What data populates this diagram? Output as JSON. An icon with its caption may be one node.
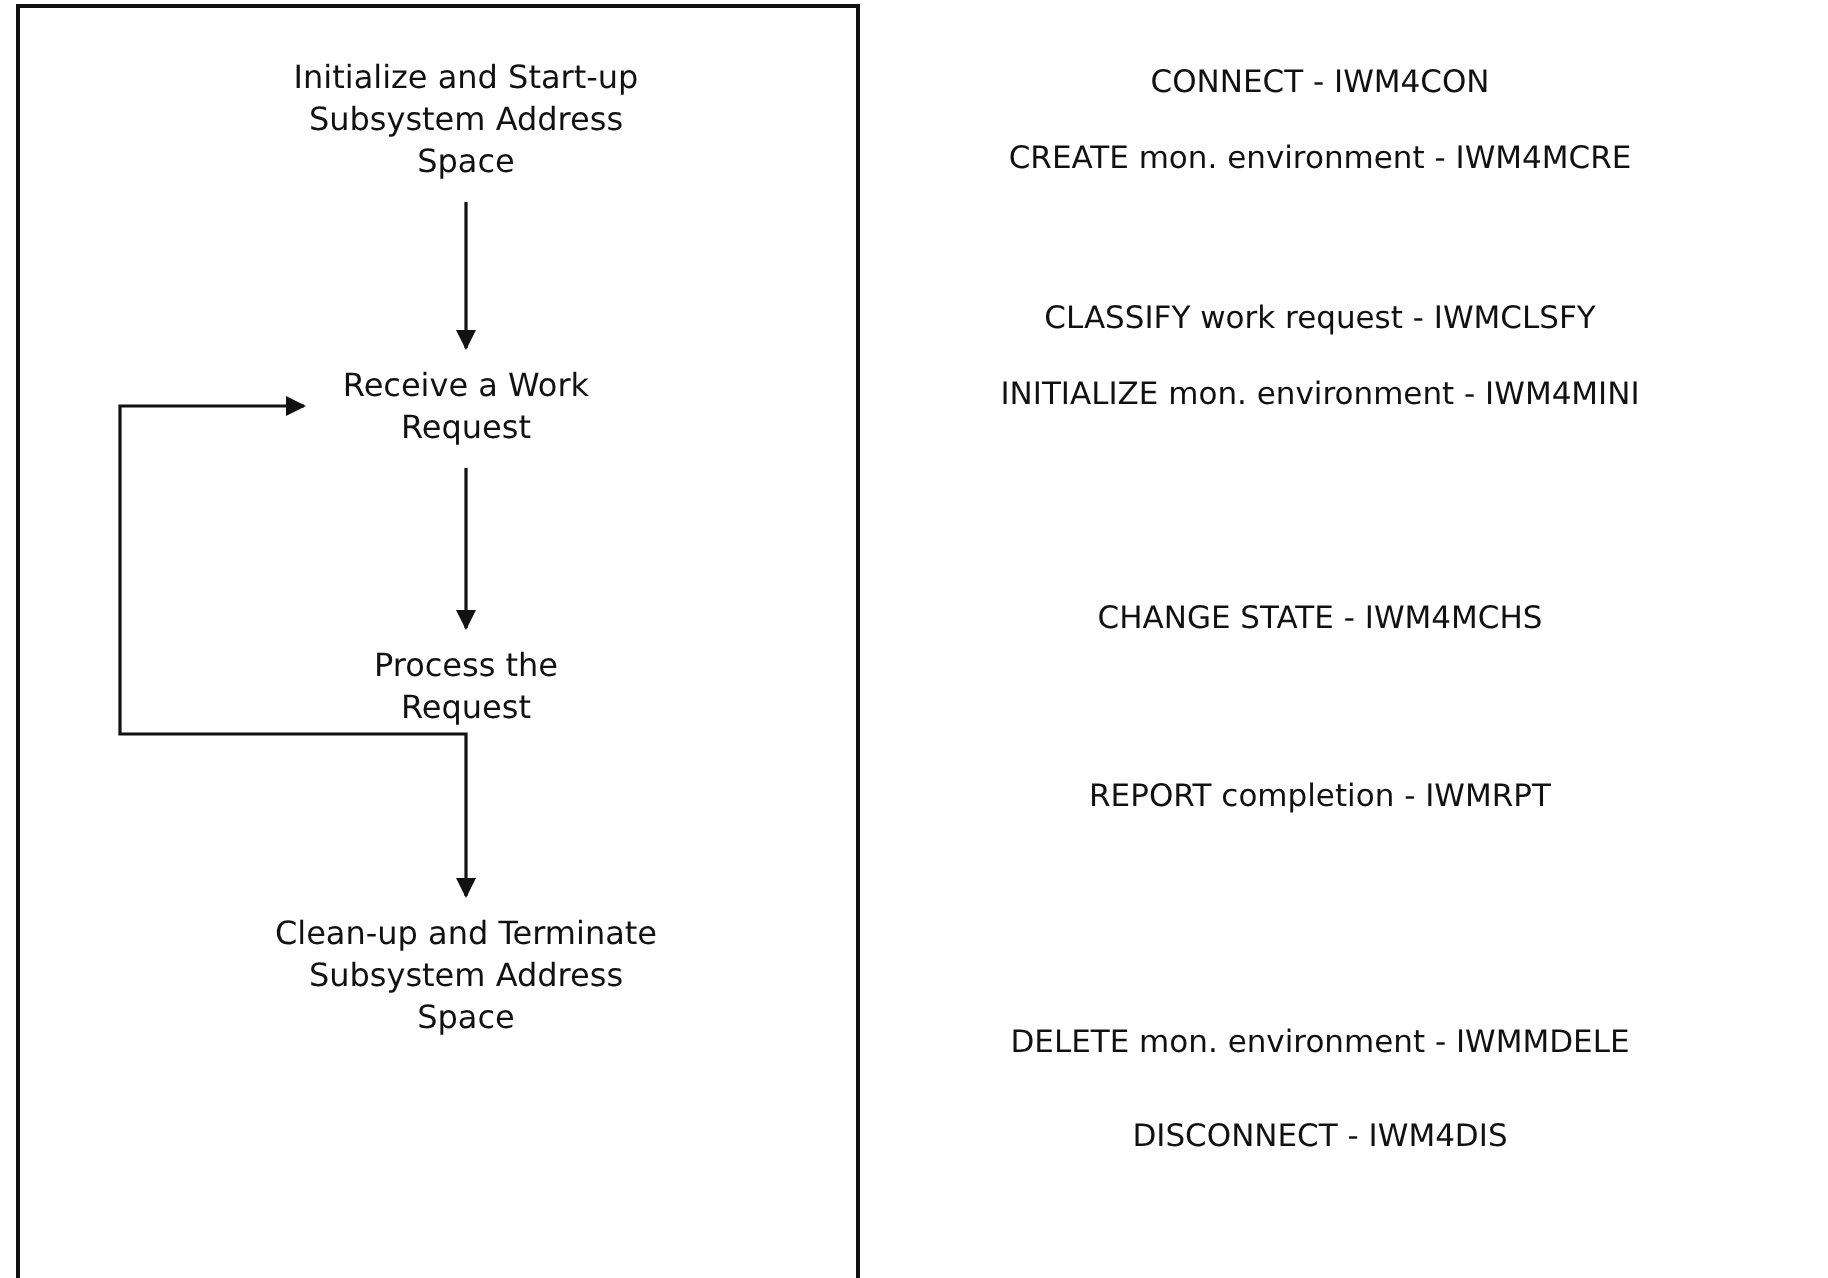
{
  "diagram": {
    "nodes": [
      {
        "text": [],
        "shape": "box"
      },
      {
        "text": [
          "Initialize and Start-up Subsystem Address Space"
        ],
        "in": 0
      },
      {
        "text": [
          "Receive a Work Request"
        ],
        "in": 0
      },
      {
        "text": [
          "Process the Request"
        ],
        "in": 0
      },
      {
        "text": [
          "Clean-up and Terminate Subsystem Address Space"
        ],
        "in": 0
      }
    ],
    "edges": [
      {
        "from": 1,
        "to": 2,
        "arrow": "to"
      },
      {
        "from": 2,
        "to": 3,
        "arrow": "to"
      },
      {
        "from": 3,
        "to": 4,
        "arrow": "to"
      },
      {
        "from": 3,
        "to": 2,
        "arrow": "to"
      }
    ],
    "labels": [
      "CONNECT - IWM4CON",
      "CREATE mon. environment - IWM4MCRE",
      "CLASSIFY work request - IWMCLSFY",
      "INITIALIZE mon. environment - IWM4MINI",
      "CHANGE STATE - IWM4MCHS",
      "REPORT completion - IWMRPT",
      "DELETE mon. environment - IWMMDELE",
      "DISCONNECT - IWM4DIS"
    ]
  }
}
